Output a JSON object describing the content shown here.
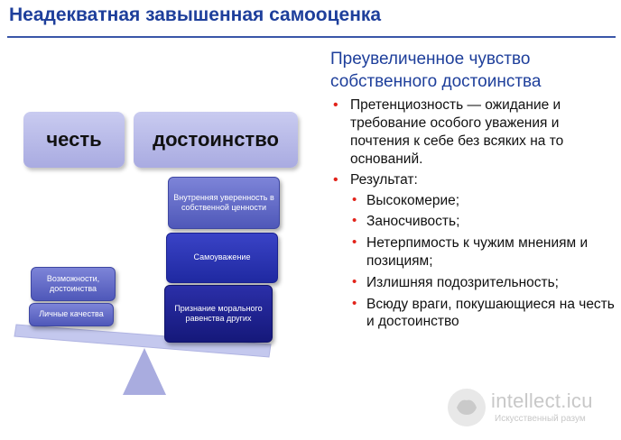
{
  "title": "Неадекватная завышенная самооценка",
  "diagram": {
    "top_boxes": [
      "честь",
      "достоинство"
    ],
    "left_stack": [
      "Возможности, достоинства",
      "Личные качества"
    ],
    "right_stack": [
      "Внутренняя уверенность в собственной ценности",
      "Самоуважение",
      "Признание морального равенства других"
    ]
  },
  "content": {
    "subheading": "Преувеличенное чувство собственного достоинства",
    "items": [
      {
        "text": "Претенциозность — ожидание и требование особого уважения и почтения к себе без всяких на то оснований."
      },
      {
        "text": "Результат:"
      }
    ],
    "subitems": [
      "Высокомерие;",
      "Заносчивость;",
      "Нетерпимость к чужим мнениям и позициям;",
      "Излишняя подозрительность;",
      "Всюду враги, покушающиеся на честь и достоинство"
    ]
  },
  "watermark": {
    "main": "intellect.icu",
    "sub": "Искусственный разум"
  },
  "colors": {
    "title": "#1e3f9b",
    "bullet": "#e2231a",
    "top_box": "#b8bbea",
    "beam": "#c4c8ee"
  }
}
